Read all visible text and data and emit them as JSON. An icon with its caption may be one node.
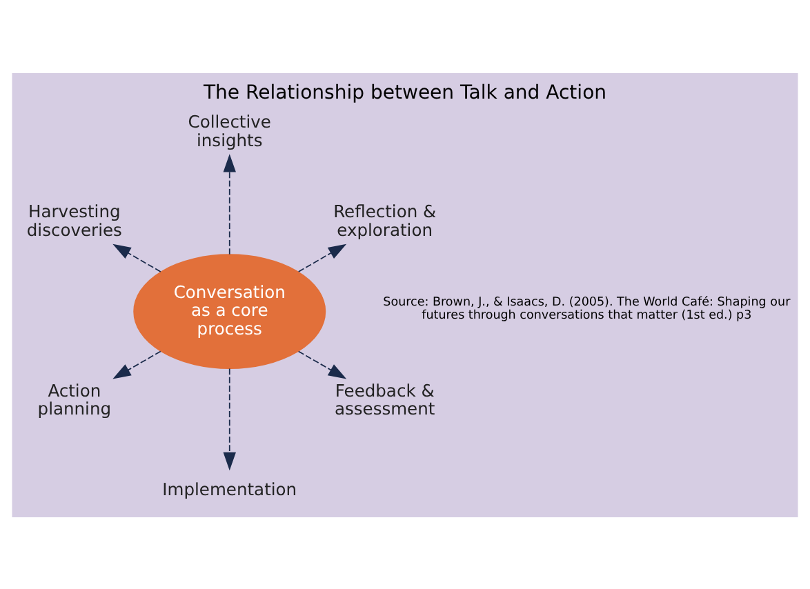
{
  "diagram": {
    "title": "The Relationship between Talk and Action",
    "nodes": [
      {
        "text": [
          "Conversation as a core process"
        ]
      },
      {
        "text": [
          "Reflection & exploration"
        ]
      },
      {
        "text": [
          "Collective insights"
        ]
      },
      {
        "text": [
          "Harvesting discoveries"
        ]
      },
      {
        "text": [
          "Action planning"
        ]
      },
      {
        "text": [
          "Implementation"
        ]
      },
      {
        "text": [
          "Feedback & assessment"
        ]
      }
    ],
    "edges": [
      {
        "from": 0,
        "to": 1,
        "arrow": "to",
        "style": "dashed"
      },
      {
        "from": 0,
        "to": 2,
        "arrow": "to",
        "style": "dashed"
      },
      {
        "from": 0,
        "to": 3,
        "arrow": "to",
        "style": "dashed"
      },
      {
        "from": 0,
        "to": 4,
        "arrow": "to",
        "style": "dashed"
      },
      {
        "from": 0,
        "to": 5,
        "arrow": "to",
        "style": "dashed"
      },
      {
        "from": 0,
        "to": 6,
        "arrow": "to",
        "style": "dashed"
      }
    ],
    "labels": [
      "Source: Brown, J., & Isaacs, D. (2005). The World Café: Shaping our futures through conversations that matter (1st ed.) p3"
    ]
  }
}
